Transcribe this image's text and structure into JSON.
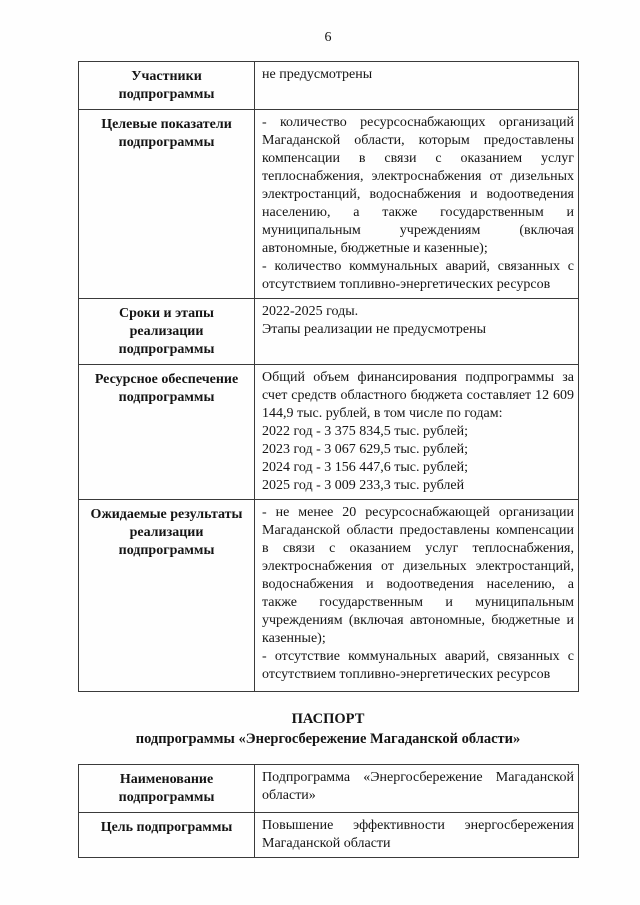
{
  "page": {
    "number": "6"
  },
  "passport_table": {
    "rows": [
      {
        "label": "Участники\nподпрограммы",
        "value": "не предусмотрены"
      },
      {
        "label": "Целевые показатели\nподпрограммы",
        "value": "- количество ресурсоснабжающих организаций Магаданской области, которым предоставлены компенсации в связи с оказанием услуг теплоснабжения, электроснабжения от дизельных электростанций, водоснабжения и водоотведения населению, а также государственным и муниципальным учреждениям (включая автономные, бюджетные и казенные);\n- количество коммунальных аварий, связанных с отсутствием топливно-энергетических ресурсов"
      },
      {
        "label": "Сроки и этапы\nреализации\nподпрограммы",
        "value": "2022-2025 годы.\nЭтапы реализации не предусмотрены"
      },
      {
        "label": "Ресурсное обеспечение\nподпрограммы",
        "value": "Общий объем финансирования подпрограммы за счет средств областного бюджета составляет 12 609 144,9 тыс. рублей, в том числе по годам:\n2022 год - 3 375 834,5 тыс. рублей;\n2023 год - 3 067 629,5 тыс. рублей;\n2024 год - 3 156 447,6 тыс. рублей;\n2025 год - 3 009 233,3 тыс. рублей"
      },
      {
        "label": "Ожидаемые результаты\nреализации\nподпрограммы",
        "value": "- не менее 20 ресурсоснабжающей организации Магаданской области предоставлены компенсации в связи с оказанием услуг теплоснабжения, электроснабжения от дизельных электростанций, водоснабжения и водоотведения населению, а также государственным и муниципальным учреждениям (включая автономные, бюджетные и казенные);\n- отсутствие коммунальных аварий, связанных с отсутствием топливно-энергетических ресурсов"
      }
    ]
  },
  "passport_heading": {
    "line1": "ПАСПОРТ",
    "line2": "подпрограммы «Энергосбережение Магаданской области»"
  },
  "energy_table": {
    "rows": [
      {
        "label": "Наименование\nподпрограммы",
        "value": "Подпрограмма «Энергосбережение Магаданской области»"
      },
      {
        "label": "Цель подпрограммы",
        "value": "Повышение эффективности энергосбережения Магаданской области"
      }
    ]
  }
}
